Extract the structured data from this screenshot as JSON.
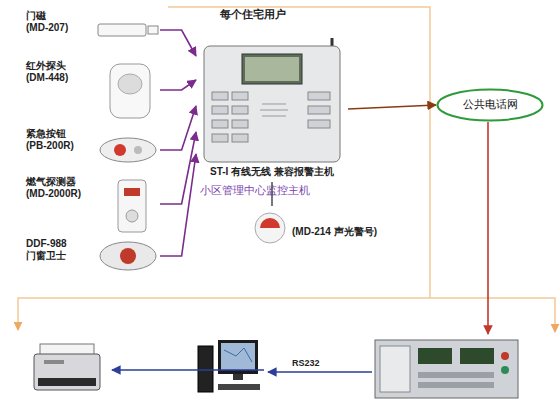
{
  "diagram": {
    "title": "每个住宅用户",
    "nodes": [
      {
        "text": [
          "门磁",
          "(MD-207)"
        ]
      },
      {
        "text": [
          "红外探头",
          "(DM-448)"
        ]
      },
      {
        "text": [
          "紧急按钮",
          "(PB-200R)"
        ]
      },
      {
        "text": [
          "燃气探测器",
          "(MD-2000R)"
        ]
      },
      {
        "text": [
          "DDF-988",
          "门窗卫士"
        ]
      },
      {
        "text": [
          "ST-I 有线无线 兼容报警主机"
        ]
      },
      {
        "text": [
          "(MD-214 声光警号)"
        ]
      },
      {
        "text": [
          "公共电话网"
        ]
      }
    ],
    "edges": [
      {
        "from": 0,
        "to": 5,
        "arrow": "to"
      },
      {
        "from": 1,
        "to": 5,
        "arrow": "to"
      },
      {
        "from": 2,
        "to": 5,
        "arrow": "to"
      },
      {
        "from": 3,
        "to": 5,
        "arrow": "to"
      },
      {
        "from": 4,
        "to": 5,
        "arrow": "to"
      },
      {
        "from": 5,
        "to": 6,
        "arrow": "none"
      },
      {
        "from": 5,
        "to": 7,
        "arrow": "to"
      }
    ],
    "labels": [
      "小区管理中心监控主机",
      "RS232"
    ]
  }
}
